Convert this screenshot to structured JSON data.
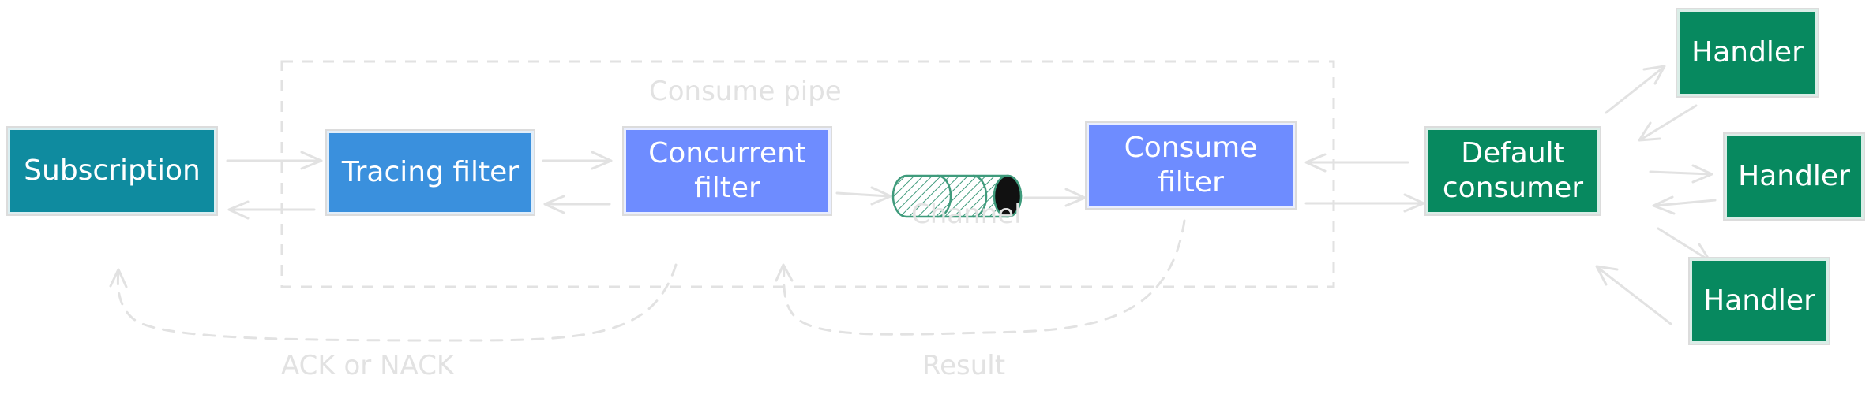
{
  "colors": {
    "subscription": "#0f8b9f",
    "tracing": "#3a90dd",
    "concurrent": "#6e8cff",
    "consume": "#6e8cff",
    "consumer": "#07895f",
    "handler": "#07895f",
    "lines": "#e2e2e2",
    "channel_stroke": "#3f9b7c",
    "channel_end": "#111111"
  },
  "nodes": {
    "subscription": "Subscription",
    "tracing_filter": "Tracing filter",
    "concurrent_filter": [
      "Concurrent",
      "filter"
    ],
    "consume_filter": "Consume filter",
    "default_consumer": [
      "Default",
      "consumer"
    ],
    "handlers": [
      "Handler",
      "Handler",
      "Handler"
    ]
  },
  "labels": {
    "consume_pipe": "Consume pipe",
    "channel": "Channel",
    "ack_or_nack": "ACK or NACK",
    "result": "Result"
  }
}
